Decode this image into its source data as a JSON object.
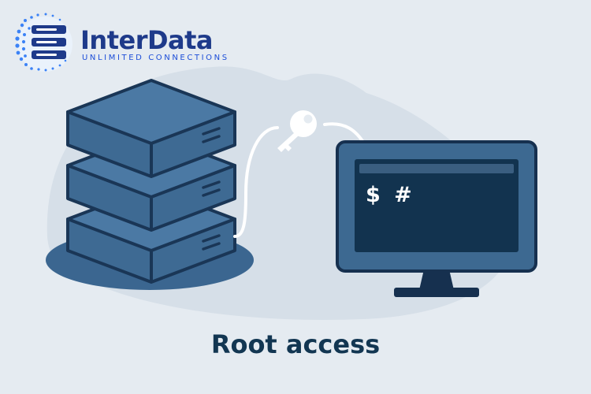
{
  "brand": {
    "name": "InterData",
    "tagline": "UNLIMITED CONNECTIONS"
  },
  "illustration": {
    "server_stack_icon": "server-stack-icon",
    "key_icon": "key-icon",
    "monitor_icon": "monitor-icon",
    "terminal_prompt": "$ #"
  },
  "caption": "Root access",
  "colors": {
    "background": "#E5EBF1",
    "server_face": "#3E6A93",
    "server_outline": "#1A3656",
    "screen": "#12334F",
    "brand_text": "#1E3A8A",
    "caption_text": "#123652"
  }
}
